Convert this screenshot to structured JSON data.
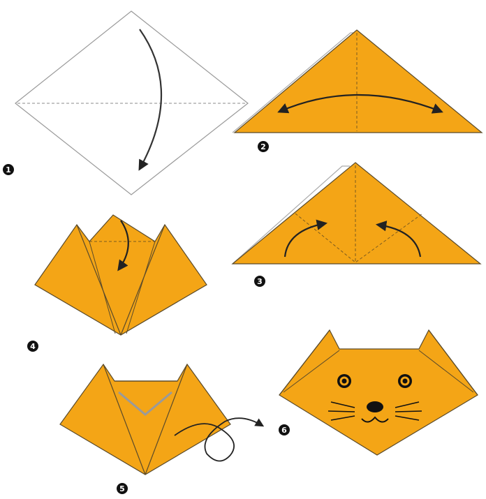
{
  "colors": {
    "paper_fill": "#f4a516",
    "paper_stroke": "#5a4a2a",
    "unfolded_fill": "#ffffff",
    "fold_line": "#777777",
    "arrow": "#222222",
    "face_features": "#111111"
  },
  "steps": [
    {
      "number": "1",
      "icon": "paper-square-with-fold-arrow"
    },
    {
      "number": "2",
      "icon": "folded-triangle-with-double-arrow"
    },
    {
      "number": "3",
      "icon": "triangle-with-corner-fold-arrows"
    },
    {
      "number": "4",
      "icon": "fold-top-flap-down"
    },
    {
      "number": "5",
      "icon": "turn-over-arrow"
    },
    {
      "number": "6",
      "icon": "finished-cat-face"
    }
  ]
}
